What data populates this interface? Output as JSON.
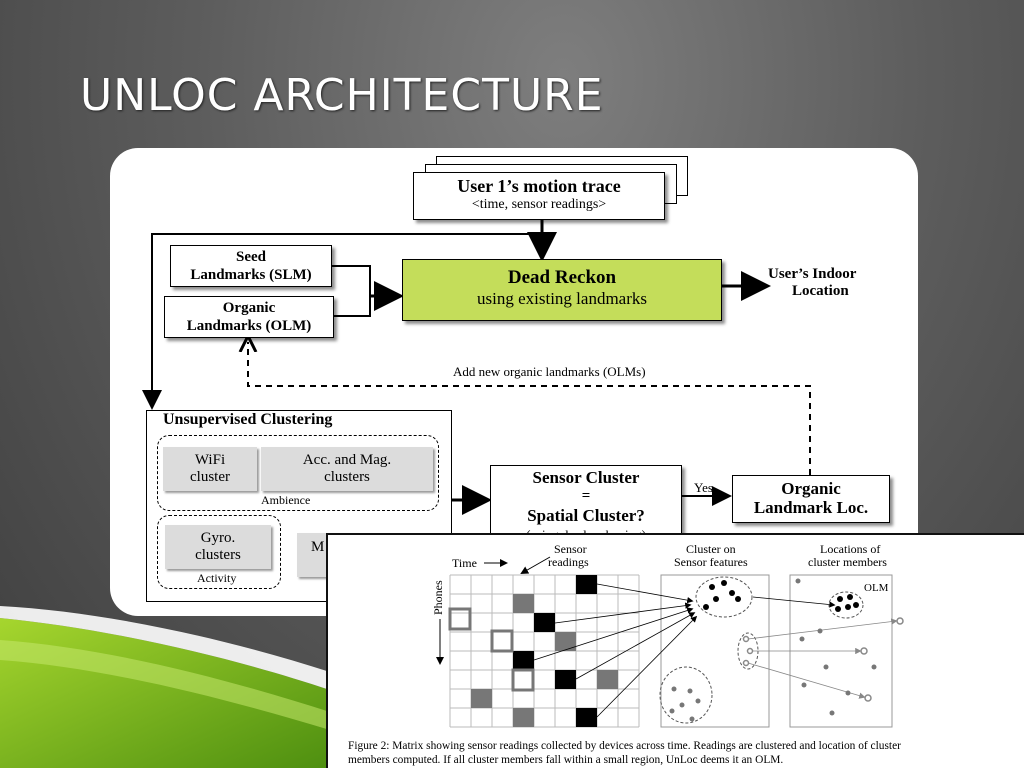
{
  "slide": {
    "title": "UNLOC ARCHITECTURE"
  },
  "diagram": {
    "motion_trace": {
      "line1": "User 1’s motion trace",
      "line2": "<time, sensor readings>"
    },
    "seed": {
      "line1": "Seed",
      "line2": "Landmarks (SLM)"
    },
    "organic": {
      "line1": "Organic",
      "line2": "Landmarks (OLM)"
    },
    "dead_reckon": {
      "line1": "Dead Reckon",
      "line2": "using existing landmarks"
    },
    "output": {
      "line1": "User’s Indoor",
      "line2": "Location"
    },
    "feedback_label": "Add new organic landmarks (OLMs)",
    "clustering": {
      "title": "Unsupervised Clustering",
      "wifi": {
        "line1": "WiFi",
        "line2": "cluster"
      },
      "accmag": {
        "line1": "Acc. and Mag.",
        "line2": "clusters"
      },
      "ambience": "Ambience",
      "gyro": {
        "line1": "Gyro.",
        "line2": "clusters"
      },
      "activity": "Activity",
      "partial": "M"
    },
    "sensor_cluster": {
      "line1": "Sensor Cluster",
      "line2": "=",
      "line3": "Spatial Cluster?",
      "line4": "(using dead reckoning)"
    },
    "yes_label": "Yes",
    "organic_loc": {
      "line1": "Organic",
      "line2": "Landmark Loc."
    }
  },
  "figure": {
    "time_label": "Time",
    "sensor_readings": {
      "line1": "Sensor",
      "line2": "readings"
    },
    "phones_label": "Phones",
    "cluster_on": {
      "line1": "Cluster on",
      "line2": "Sensor features"
    },
    "locations_of": {
      "line1": "Locations of",
      "line2": "cluster members"
    },
    "olm_label": "OLM",
    "caption_line1": "Figure 2:  Matrix showing sensor readings collected by devices across time. Readings are clustered and location of cluster",
    "caption_line2": "members computed. If all cluster members fall within a small region, UnLoc deems it an OLM."
  }
}
